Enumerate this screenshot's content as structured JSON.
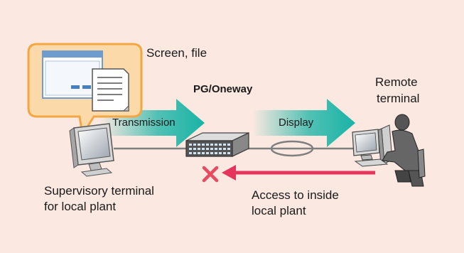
{
  "labels": {
    "screen_file": "Screen, file",
    "pg_oneway": "PG/Oneway",
    "remote_terminal_line1": "Remote",
    "remote_terminal_line2": "terminal",
    "transmission": "Transmission",
    "display": "Display",
    "supervisory_line1": "Supervisory terminal",
    "supervisory_line2": "for local plant",
    "access_line1": "Access to inside",
    "access_line2": "local plant"
  },
  "colors": {
    "background": "#fbe9e1",
    "callout_fill": "#fcd9a8",
    "callout_border": "#f3a742",
    "arrow_teal": "#19b3a6",
    "access_arrow": "#e6355c",
    "blocked_x": "#e84a5f",
    "network_line": "#7f7f7f"
  },
  "icons": {
    "supervisory": "computer-monitor-icon",
    "remote": "person-at-computer-icon",
    "gateway": "network-switch-icon",
    "blocked": "x-mark-icon"
  }
}
